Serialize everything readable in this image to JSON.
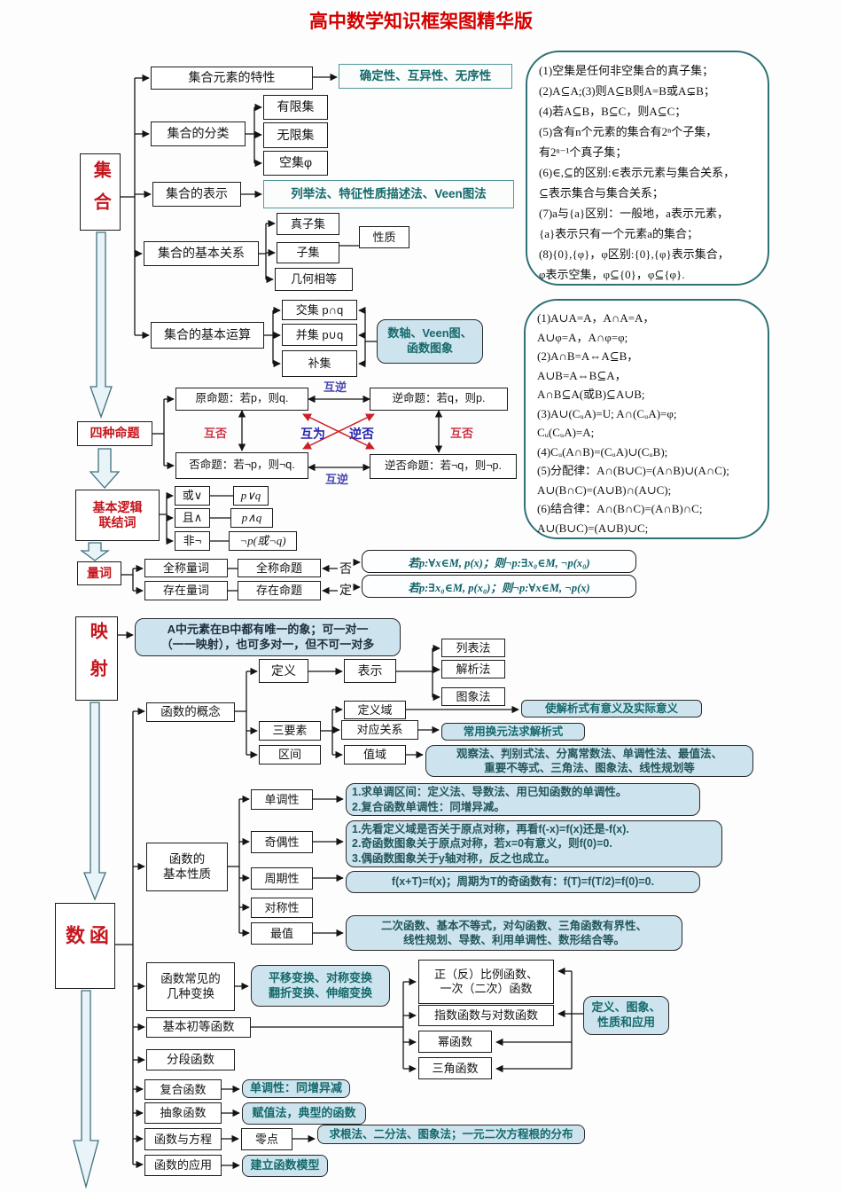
{
  "title": "高中数学知识框架图精华版",
  "spine": {
    "set": "集合",
    "four_propositions": "四种命题",
    "logic_connectives": [
      "基本逻辑",
      "联结词"
    ],
    "quantifiers": "量词",
    "mapping": "映射",
    "function": "函数"
  },
  "set_section": {
    "element_traits": "集合元素的特性",
    "traits_note": "确定性、互异性、无序性",
    "classification": "集合的分类",
    "finite": "有限集",
    "infinite": "无限集",
    "empty": "空集φ",
    "representation": "集合的表示",
    "representation_note": "列举法、特征性质描述法、Veen图法",
    "basic_relations": "集合的基本关系",
    "proper_subset": "真子集",
    "subset": "子集",
    "equal": "几何相等",
    "property": "性质",
    "basic_operations": "集合的基本运算",
    "intersection": "交集 p∩q",
    "union": "并集 p∪q",
    "complement": "补集",
    "operations_note": [
      "数轴、Veen图、",
      "函数图象"
    ]
  },
  "panel_subsets": {
    "lines": [
      "(1)空集是任何非空集合的真子集；",
      "(2)A⊆A;(3)则A⊆B则A=B或A⊊B；",
      "(4)若A⊆B，B⊆C，则A⊆C；",
      "(5)含有n个元素的集合有2ⁿ个子集，",
      "有2ⁿ⁻¹个真子集；",
      "(6)∈,⊆的区别:∈表示元素与集合关系，",
      "⊆表示集合与集合关系；",
      "(7)a与{a}区别：一般地，a表示元素，",
      "{a}表示只有一个元素a的集合；",
      "(8){0},{φ}，φ区别:{0},{φ}表示集合，",
      "φ表示空集，φ⊆{0}，φ⊆{φ}."
    ]
  },
  "panel_operations": {
    "lines": [
      "(1)A∪A=A，A∩A=A，",
      "A∪φ=A，A∩φ=φ;",
      "(2)A∩B=A⇔A⊆B，",
      "A∪B=A⇔B⊆A，",
      "A∩B⊆A(或B)⊆A∪B;",
      "(3)A∪(CᵤA)=U;  A∩(CᵤA)=φ;",
      "Cᵤ(CᵤA)=A;",
      "(4)Cᵤ(A∩B)=(CᵤA)∪(CᵤB);",
      "(5)分配律：A∩(B∪C)=(A∩B)∪(A∩C);",
      "A∪(B∩C)=(A∪B)∩(A∪C);",
      "(6)结合律：A∩(B∩C)=(A∩B)∩C;",
      "A∪(B∪C)=(A∪B)∪C;"
    ]
  },
  "propositions": {
    "original": "原命题：若p，则q.",
    "converse": "逆命题：若q，则p.",
    "negative": "否命题：若¬p，则¬q.",
    "contrapositive": "逆否命题：若¬q，则¬p.",
    "mutual_converse_top": "互逆",
    "mutual_converse_bottom": "互逆",
    "mutual_negative_left": "互否",
    "mutual_negative_right": "互否",
    "mutual_contra_left": "互为",
    "mutual_contra_right": "逆否"
  },
  "logic": {
    "or": "或∨",
    "or_formula": "p∨q",
    "and": "且∧",
    "and_formula": "p∧q",
    "not": "非¬",
    "not_formula": "¬p(或¬q)"
  },
  "quantifier": {
    "universal": "全称量词",
    "universal_prop": "全称命题",
    "existential": "存在量词",
    "existential_prop": "存在命题",
    "neg_top": "否",
    "neg_bottom": "定",
    "formula_universal": "若p:∀x∈M, p(x)；则¬p:∃x₀∈M, ¬p(x₀)",
    "formula_existential": "若p:∃x₀∈M, p(x₀)；则¬p:∀x∈M, ¬p(x)"
  },
  "mapping_note": [
    "A中元素在B中都有唯一的象；可一对一",
    "（一一映射），也可多对一，但不可一对多"
  ],
  "concept": {
    "label": "函数的概念",
    "definition": "定义",
    "representation": "表示",
    "list_method": "列表法",
    "analytic_method": "解析法",
    "graph_method": "图象法",
    "three_elements": "三要素",
    "domain": "定义域",
    "correspondence": "对应关系",
    "range": "值域",
    "interval": "区间",
    "domain_note": "使解析式有意义及实际意义",
    "correspondence_note": "常用换元法求解析式",
    "range_note": [
      "观察法、判别式法、分离常数法、单调性法、最值法、",
      "重要不等式、三角法、图象法、线性规划等"
    ]
  },
  "properties": {
    "label": [
      "函数的",
      "基本性质"
    ],
    "monotonicity": "单调性",
    "monotonicity_note": [
      "1.求单调区间：定义法、导数法、用已知函数的单调性。",
      "2.复合函数单调性：同增异减。"
    ],
    "parity": "奇偶性",
    "parity_note": [
      "1.先看定义域是否关于原点对称，再看f(-x)=f(x)还是-f(x).",
      "2.奇函数图象关于原点对称，若x=0有意义，则f(0)=0.",
      "3.偶函数图象关于y轴对称，反之也成立。"
    ],
    "periodicity": "周期性",
    "periodicity_note": "f(x+T)=f(x)；周期为T的奇函数有：f(T)=f(T/2)=f(0)=0.",
    "symmetry": "对称性",
    "extremum": "最值",
    "extremum_note": [
      "二次函数、基本不等式，对勾函数、三角函数有界性、",
      "线性规划、导数、利用单调性、数形结合等。"
    ]
  },
  "transforms": {
    "label": [
      "函数常见的",
      "几种变换"
    ],
    "note": [
      "平移变换、对称变换",
      "翻折变换、伸缩变换"
    ]
  },
  "elementary": {
    "label": "基本初等函数",
    "proportional": [
      "正（反）比例函数、",
      "一次（二次）函数"
    ],
    "exp_log": "指数函数与对数函数",
    "power": "幂函数",
    "trig": "三角函数",
    "note": [
      "定义、图象、",
      "性质和应用"
    ]
  },
  "others": {
    "piecewise": "分段函数",
    "composite": "复合函数",
    "composite_note": "单调性：同增异减",
    "abstract": "抽象函数",
    "abstract_note": "赋值法，典型的函数",
    "equation": "函数与方程",
    "zero": "零点",
    "zero_note": "求根法、二分法、图象法；一元二次方程根的分布",
    "application": "函数的应用",
    "application_note": "建立函数模型"
  }
}
